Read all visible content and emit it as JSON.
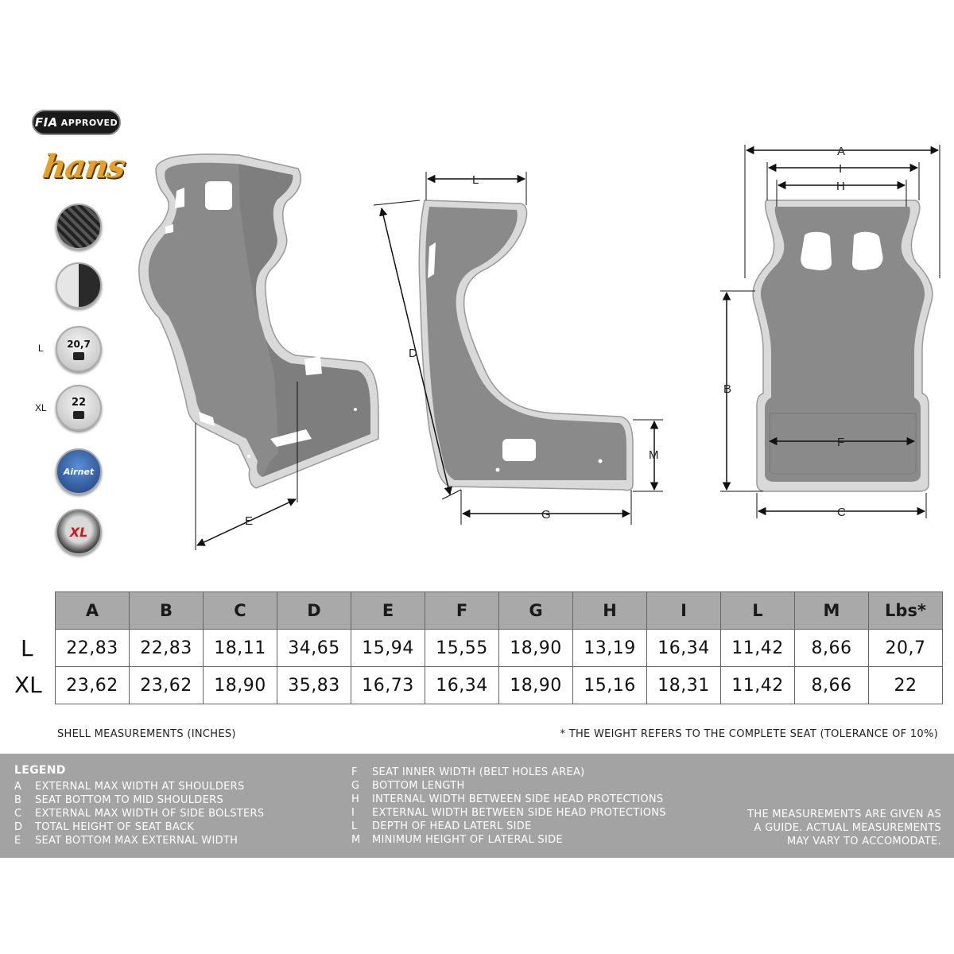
{
  "badges": {
    "fia_mark": "FIA",
    "fia_text": "APPROVED",
    "hans": "hans",
    "weight_L_label": "L",
    "weight_L_value": "20,7",
    "weight_XL_label": "XL",
    "weight_XL_value": "22",
    "airnet": "Airnet",
    "xl": "XL"
  },
  "diagram_labels": {
    "A": "A",
    "B": "B",
    "C": "C",
    "D": "D",
    "E": "E",
    "F": "F",
    "G": "G",
    "H": "H",
    "I": "I",
    "L": "L",
    "M": "M"
  },
  "table": {
    "headers": [
      "A",
      "B",
      "C",
      "D",
      "E",
      "F",
      "G",
      "H",
      "I",
      "L",
      "M",
      "Lbs*"
    ],
    "rows": [
      {
        "label": "L",
        "values": [
          "22,83",
          "22,83",
          "18,11",
          "34,65",
          "15,94",
          "15,55",
          "18,90",
          "13,19",
          "16,34",
          "11,42",
          "8,66",
          "20,7"
        ]
      },
      {
        "label": "XL",
        "values": [
          "23,62",
          "23,62",
          "18,90",
          "35,83",
          "16,73",
          "16,34",
          "18,90",
          "15,16",
          "18,31",
          "11,42",
          "8,66",
          "22"
        ]
      }
    ]
  },
  "notes": {
    "shell": "SHELL MEASUREMENTS (INCHES)",
    "weight": "* THE WEIGHT REFERS TO THE COMPLETE SEAT (TOLERANCE OF 10%)"
  },
  "legend": {
    "title": "LEGEND",
    "left": [
      {
        "key": "A",
        "text": "EXTERNAL MAX WIDTH AT SHOULDERS"
      },
      {
        "key": "B",
        "text": "SEAT BOTTOM TO MID SHOULDERS"
      },
      {
        "key": "C",
        "text": "EXTERNAL MAX WIDTH OF SIDE BOLSTERS"
      },
      {
        "key": "D",
        "text": "TOTAL HEIGHT OF SEAT BACK"
      },
      {
        "key": "E",
        "text": "SEAT BOTTOM MAX EXTERNAL WIDTH"
      }
    ],
    "middle": [
      {
        "key": "F",
        "text": "SEAT INNER WIDTH (BELT HOLES AREA)"
      },
      {
        "key": "G",
        "text": "BOTTOM LENGTH"
      },
      {
        "key": "H",
        "text": "INTERNAL WIDTH BETWEEN SIDE HEAD PROTECTIONS"
      },
      {
        "key": "I",
        "text": "EXTERNAL WIDTH BETWEEN SIDE HEAD PROTECTIONS"
      },
      {
        "key": "L",
        "text": "DEPTH OF HEAD LATERL SIDE"
      },
      {
        "key": "M",
        "text": "MINIMUM HEIGHT OF LATERAL SIDE"
      }
    ],
    "disclaimer": [
      "THE MEASUREMENTS ARE GIVEN AS",
      "A GUIDE. ACTUAL MEASUREMENTS",
      "MAY VARY TO ACCOMODATE."
    ]
  },
  "colors": {
    "seat_fill": "#8a8a8a",
    "seat_edge": "#d9d9d9",
    "header_bg": "#a9a9a9",
    "legend_bg": "#a3a3a3",
    "hans_orange": "#e8a020",
    "xl_red": "#d01818"
  }
}
